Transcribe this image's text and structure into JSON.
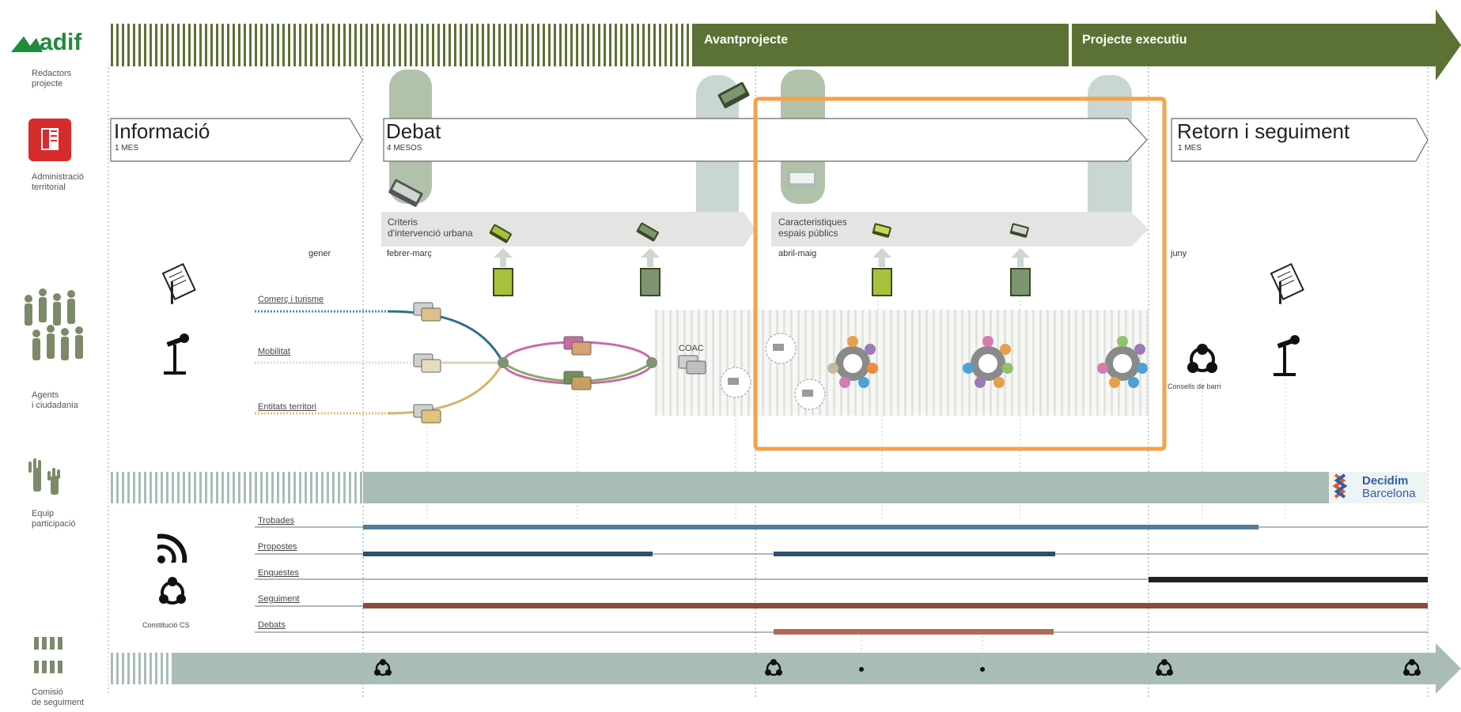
{
  "brand": {
    "name": "adif",
    "color": "#1f8a3b"
  },
  "actors": [
    {
      "line1": "Redactors",
      "line2": "projecte"
    },
    {
      "line1": "Administració",
      "line2": "territorial"
    },
    {
      "line1": "Agents",
      "line2": "i ciudadania"
    },
    {
      "line1": "Equip",
      "line2": "participació"
    },
    {
      "line1": "Comisió",
      "line2": "de seguiment"
    }
  ],
  "top_phases": [
    {
      "label": "Avantprojecte"
    },
    {
      "label": "Projecte executiu"
    }
  ],
  "stages": [
    {
      "title": "Informació",
      "duration": "1 MES"
    },
    {
      "title": "Debat",
      "duration": "4 MESOS"
    },
    {
      "title": "Retorn i seguiment",
      "duration": "1 MES"
    }
  ],
  "sub_stages": [
    {
      "line1": "Criteris",
      "line2": "d'intervenció urbana"
    },
    {
      "line1": "Caracteristiques",
      "line2": "espais públics"
    }
  ],
  "months": [
    "gener",
    "febrer-març",
    "abril-maig",
    "juny"
  ],
  "channels": [
    "Comerç i turisme",
    "Mobilitat",
    "Entitats territori"
  ],
  "coac_label": "COAC",
  "consell_label": "Consells de barri",
  "constitucio_label": "Constitució CS",
  "decidim": {
    "line1": "Decidim",
    "line2": "Barcelona"
  },
  "tracks": [
    "Trobades",
    "Propostes",
    "Enquestes",
    "Seguiment",
    "Debats"
  ],
  "colors": {
    "phase_green": "#5c7234",
    "sage": "#a9bdb5",
    "highlight": "#f5a24a",
    "trobades": "#4f7c9c",
    "propostes": "#2f4f6b",
    "enquestes": "#222222",
    "seguiment": "#8a4b3e",
    "debats": "#b06a56"
  }
}
